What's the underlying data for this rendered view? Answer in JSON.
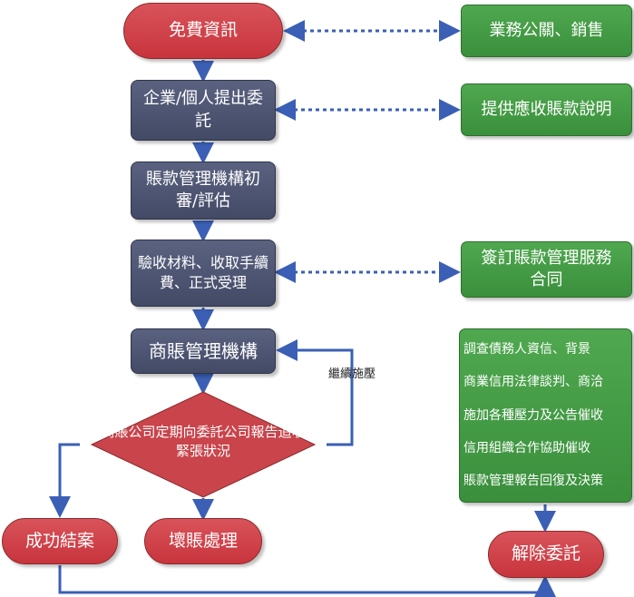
{
  "main_flow": {
    "start": "免費資訊",
    "step1": "企業/個人提出委託",
    "step2": "賬款管理機構初審/評估",
    "step3": "驗收材料、收取手續費、正式受理",
    "step4": "商賬管理機構",
    "decision": "商賬公司定期向委託公司報告追收緊張狀況",
    "loop_label": "繼續施壓",
    "success": "成功結案",
    "bad_debt": "壞賬處理"
  },
  "side_flow": {
    "sales": "業務公關、銷售",
    "explain": "提供應收賬款說明",
    "contract": "簽訂賬款管理服務合同",
    "actions": [
      "調查債務人資信、背景",
      "商業信用法律談判、商洽",
      "施加各種壓力及公告催收",
      "信用組織合作協助催收",
      "賬款管理報告回復及決策"
    ],
    "end": "解除委託"
  },
  "colors": {
    "red": "#c8343c",
    "dark": "#4a5270",
    "green": "#3f963f",
    "arrow": "#3b5fb5"
  }
}
